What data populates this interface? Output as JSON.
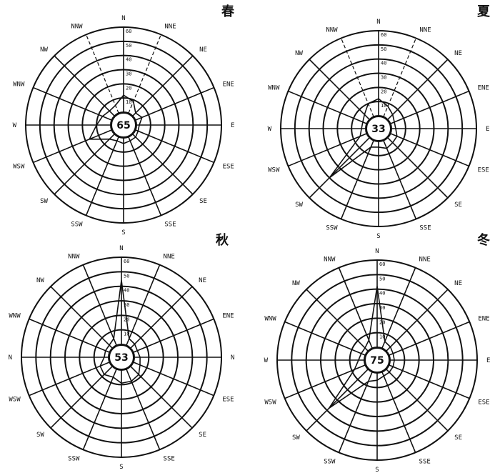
{
  "directions": [
    "N",
    "NNE",
    "NE",
    "ENE",
    "E",
    "ESE",
    "SE",
    "SSE",
    "S",
    "SSW",
    "SW",
    "WSW",
    "W",
    "WNW",
    "NW",
    "NNW"
  ],
  "radial_ticks": [
    "0",
    "10",
    "20",
    "30",
    "40",
    "50",
    "60"
  ],
  "chart_data": [
    {
      "type": "wind-rose",
      "title": "春",
      "calm": "65",
      "rmax": 60,
      "dashed_directions": [
        "NNE",
        "NNW"
      ],
      "direction_labels": [
        "N",
        "NNE",
        "NE",
        "ENE",
        "E",
        "ESE",
        "SE",
        "SSE",
        "S",
        "SSW",
        "SW",
        "WSW",
        "W",
        "WNW",
        "NW",
        "NNW"
      ],
      "values": [
        12,
        9,
        3,
        5,
        2,
        2,
        3,
        3,
        4,
        3,
        5,
        17,
        10,
        7,
        5,
        6
      ]
    },
    {
      "type": "wind-rose",
      "title": "夏",
      "calm": "33",
      "rmax": 60,
      "dashed_directions": [
        "NNE",
        "NNW"
      ],
      "direction_labels": [
        "N",
        "NNE",
        "NE",
        "ENE",
        "E",
        "ESE",
        "SE",
        "SSE",
        "S",
        "SSW",
        "SW",
        "WSW",
        "W",
        "WNW",
        "NW",
        "NNW"
      ],
      "values": [
        12,
        8,
        5,
        3,
        3,
        5,
        5,
        6,
        4,
        5,
        40,
        5,
        3,
        3,
        5,
        10
      ]
    },
    {
      "type": "wind-rose",
      "title": "秋",
      "calm": "53",
      "rmax": 60,
      "dashed_directions": [],
      "direction_labels": [
        "N",
        "NNE",
        "NE",
        "ENE",
        "N",
        "ESE",
        "SE",
        "SSE",
        "S",
        "SSW",
        "SW",
        "WSW",
        "N",
        "WNW",
        "NW",
        "NNW"
      ],
      "values": [
        44,
        5,
        4,
        3,
        4,
        5,
        8,
        9,
        9,
        6,
        8,
        7,
        3,
        3,
        3,
        5
      ]
    },
    {
      "type": "wind-rose",
      "title": "冬",
      "calm": "75",
      "rmax": 60,
      "dashed_directions": [],
      "direction_labels": [
        "N",
        "NNE",
        "NE",
        "ENE",
        "E",
        "ESE",
        "SE",
        "SSE",
        "S",
        "SSW",
        "SW",
        "WSW",
        "W",
        "WNW",
        "NW",
        "NNW"
      ],
      "values": [
        42,
        5,
        4,
        3,
        3,
        3,
        3,
        3,
        5,
        7,
        38,
        8,
        4,
        3,
        3,
        6
      ]
    }
  ]
}
